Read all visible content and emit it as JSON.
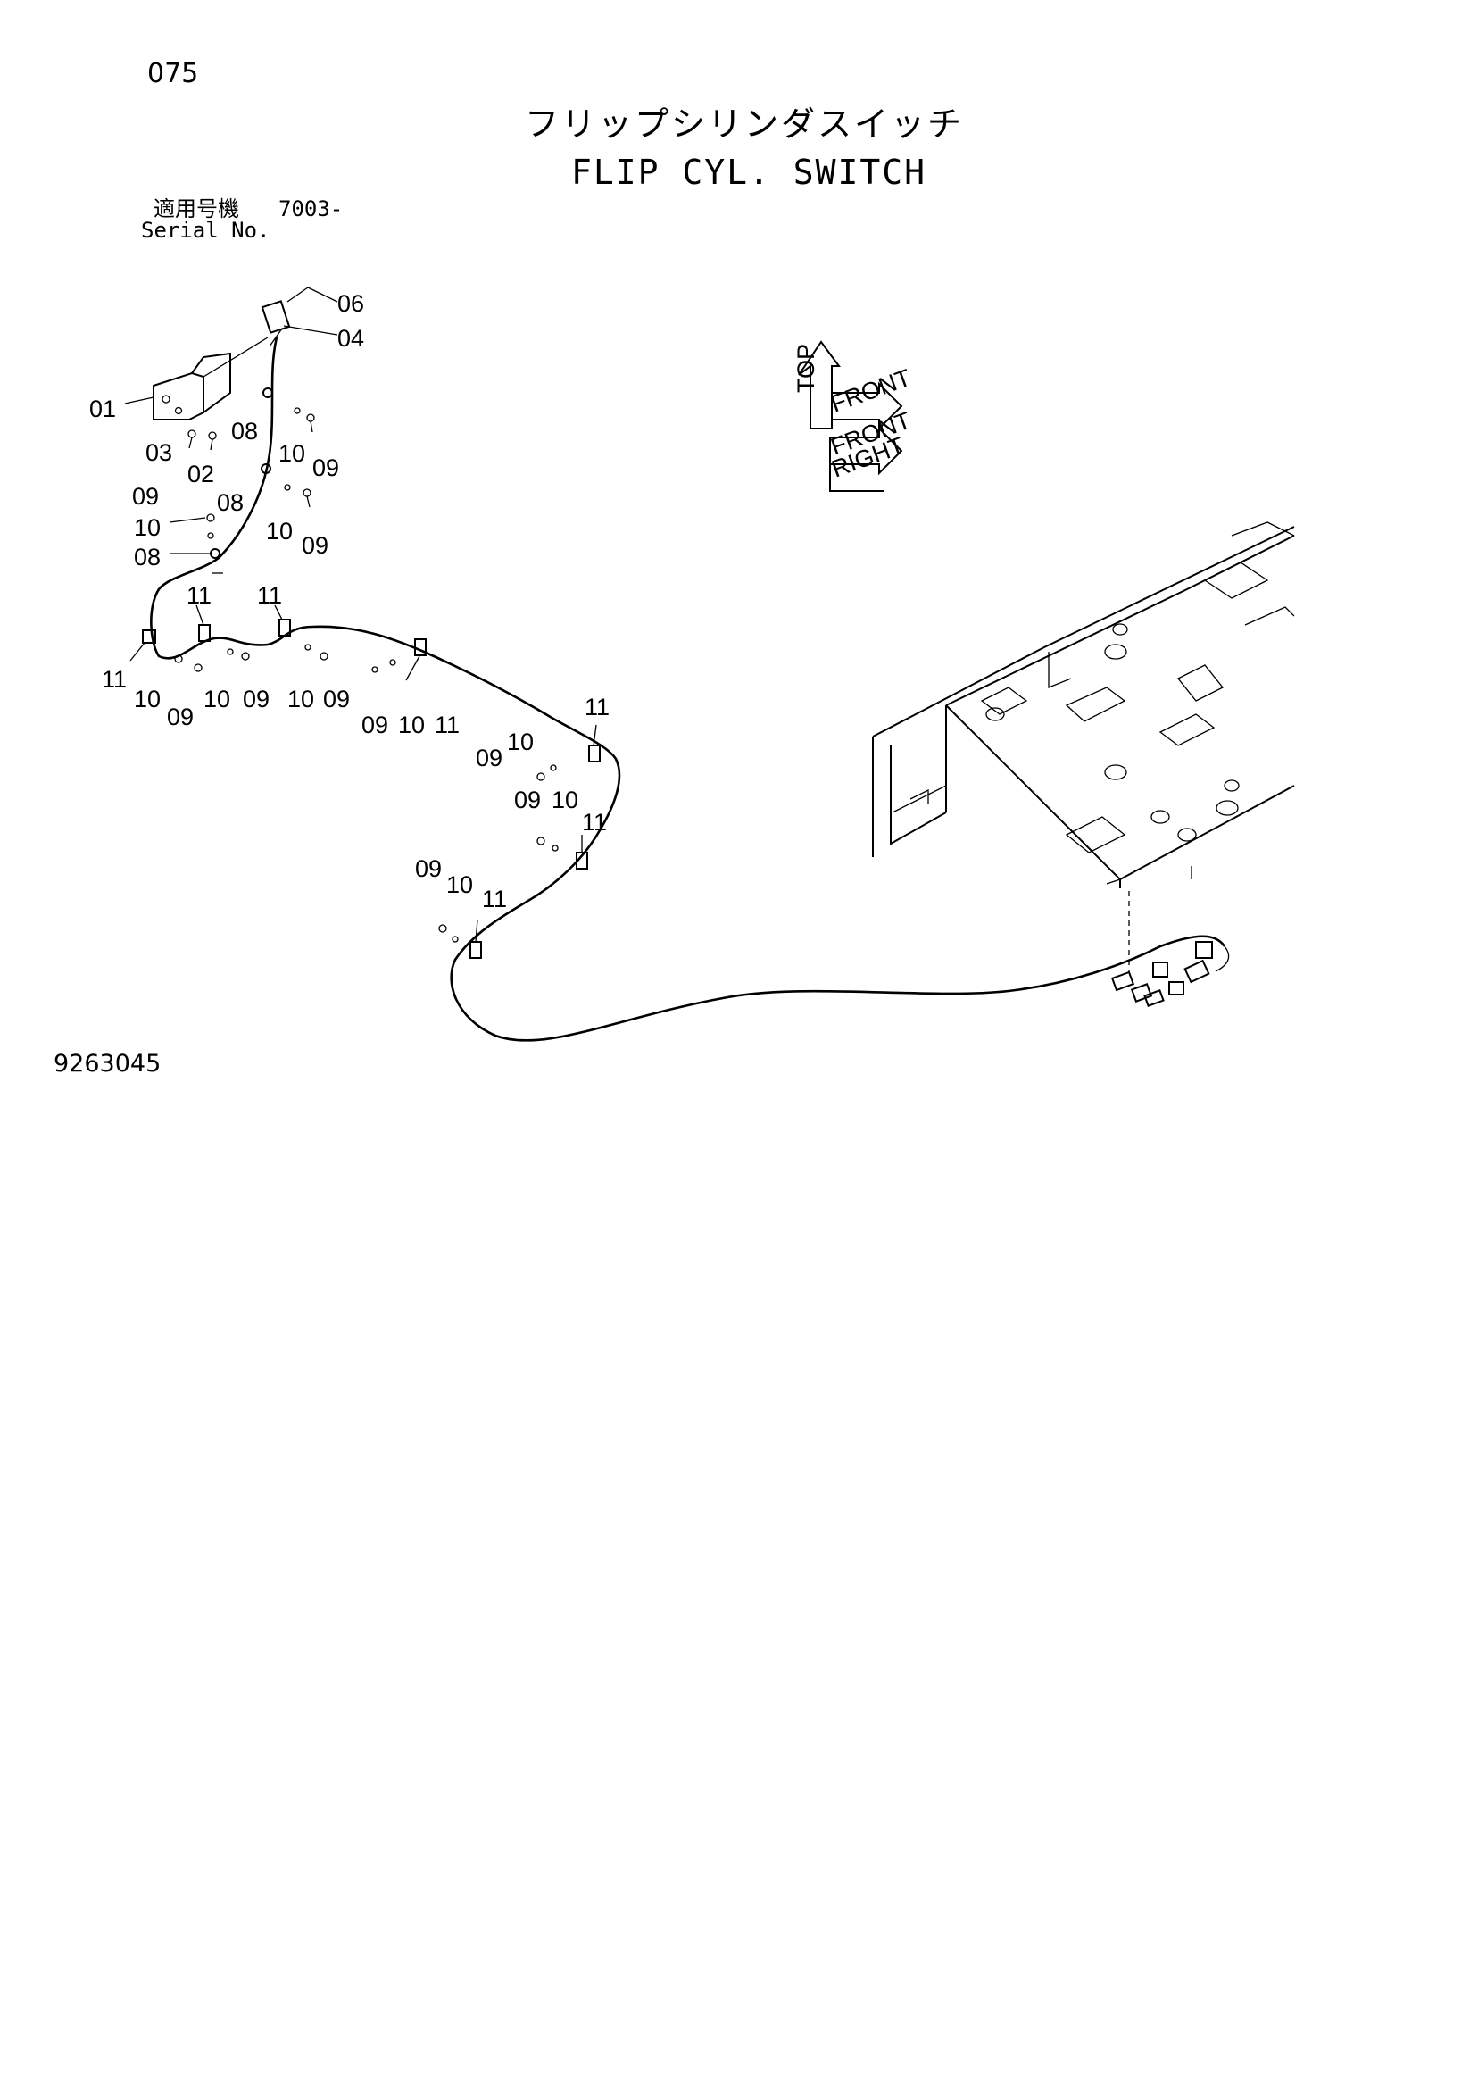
{
  "header": {
    "page_number": "075",
    "title_jp": "フリップシリンダスイッチ",
    "title_en": "FLIP CYL. SWITCH",
    "serial_label_jp": "適用号機",
    "serial_value": "7003-",
    "serial_label_en": "Serial No."
  },
  "figure_number": "9263045",
  "arrow_labels": [
    "TOP",
    "FRONT",
    "FRONT",
    "RIGHT"
  ],
  "callouts": [
    "06",
    "04",
    "01",
    "03",
    "02",
    "08",
    "10",
    "09",
    "08",
    "10",
    "09",
    "09",
    "10",
    "08",
    "11",
    "11",
    "11",
    "10",
    "09",
    "10",
    "09",
    "10",
    "09",
    "09",
    "10",
    "11",
    "11",
    "10",
    "09",
    "09",
    "10",
    "11",
    "09",
    "10",
    "11"
  ]
}
